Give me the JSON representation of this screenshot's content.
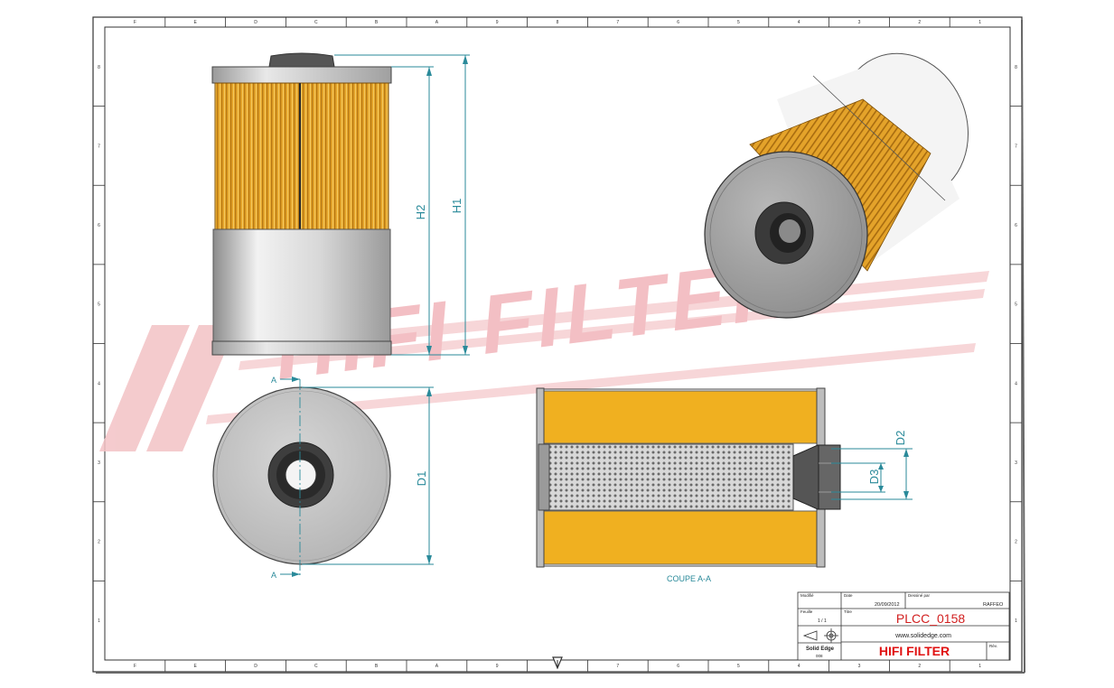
{
  "drawing": {
    "section_label": "COUPE A-A",
    "dimensions": {
      "h1": "H1",
      "h2": "H2",
      "d1": "D1",
      "d2": "D2",
      "d3": "D3"
    },
    "section_marker": "A"
  },
  "watermark": {
    "text": "HIFI FILTER"
  },
  "border": {
    "column_labels": [
      "F",
      "E",
      "D",
      "C",
      "B",
      "A",
      "9",
      "8",
      "7",
      "6",
      "5",
      "4",
      "3",
      "2",
      "1",
      "F",
      "E",
      "D",
      "C",
      "B",
      "A",
      "9",
      "8",
      "7",
      "6",
      "5",
      "4",
      "3",
      "2",
      "1"
    ],
    "row_labels": [
      "8",
      "7",
      "6",
      "5",
      "4",
      "3",
      "2",
      "1"
    ]
  },
  "title_block": {
    "label_modified_by": "Modifié",
    "label_date": "Date",
    "label_drawn_by": "Dessiné par",
    "date_value": "20/09/2012",
    "drawn_by_value": "RAFFEO",
    "label_scale": "Feuille",
    "scale_value": "1 / 1",
    "label_title": "Titre",
    "part_number": "PLCC_0158",
    "website": "www.solidedge.com",
    "software": "Solid Edge",
    "software_sub": "008",
    "company": "HIFI FILTER",
    "label_rev": "Rév."
  },
  "colors": {
    "frame": "#333333",
    "dimension_line": "#2a8a9a",
    "filter_paper": "#e0a020",
    "section_fill": "#f0b020",
    "metal_gray": "#c8c8c8",
    "watermark": "#f2b8bc",
    "part_number": "#d22020",
    "company": "#e01010"
  }
}
